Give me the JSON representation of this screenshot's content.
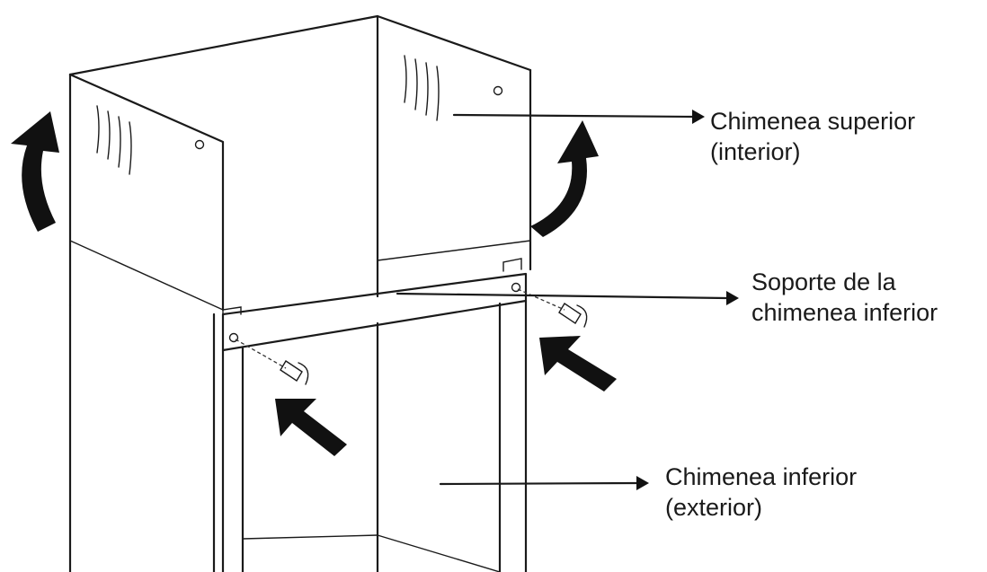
{
  "labels": {
    "upper_chimney": [
      "Chimenea superior",
      "(interior)"
    ],
    "bracket": [
      "Soporte de la",
      "chimenea inferior"
    ],
    "lower_chimney": [
      "Chimenea inferior",
      "(exterior)"
    ]
  },
  "colors": {
    "line": "#1a1a1a",
    "background": "#ffffff"
  }
}
